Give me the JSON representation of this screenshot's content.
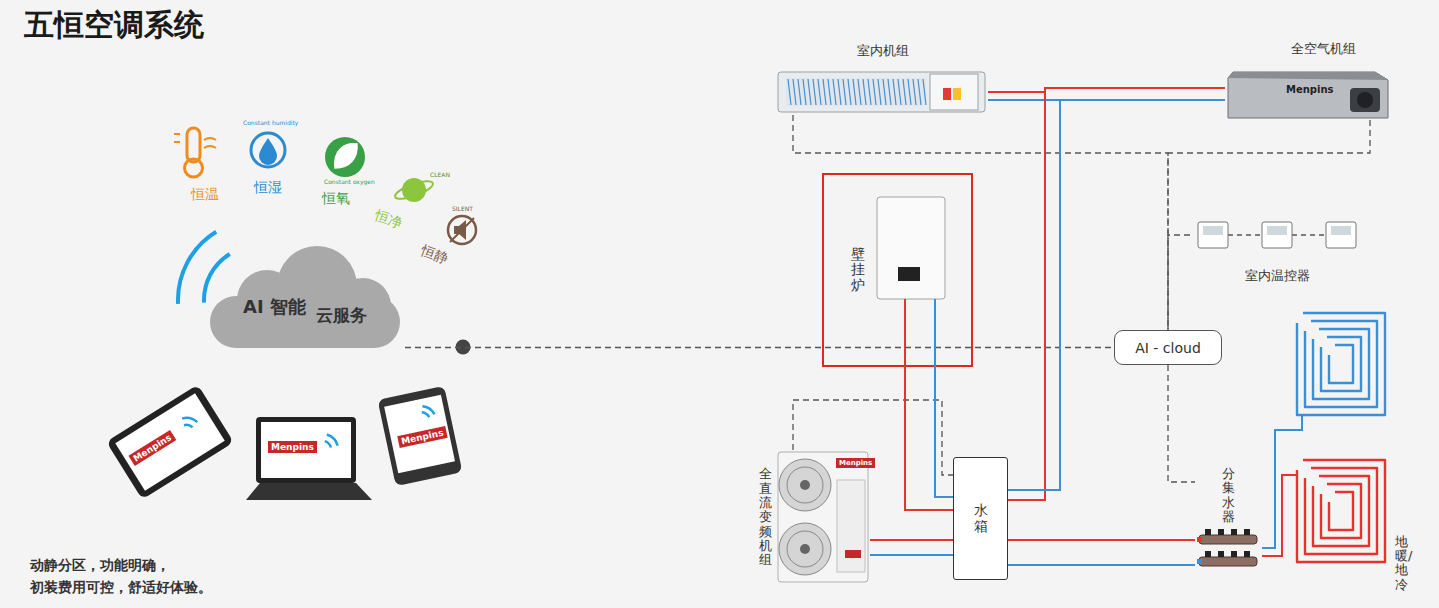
{
  "diagram": {
    "title": "五恒空调系统",
    "caption": "动静分区，功能明确， 初装费用可控，舒适好体验。",
    "nodes": [
      {
        "text": [
          "室内机组"
        ]
      },
      {
        "text": [
          "全空气机组"
        ]
      },
      {
        "text": [
          "壁挂炉"
        ]
      },
      {
        "text": [
          "室内温控器"
        ]
      },
      {
        "text": [
          "AI 智能",
          "云服务"
        ]
      },
      {
        "text": [
          "AI - cloud"
        ]
      },
      {
        "text": [
          "全直流变频机组"
        ]
      },
      {
        "text": [
          "水箱"
        ]
      },
      {
        "text": [
          "分集水器"
        ]
      },
      {
        "text": [
          "地暖/地冷"
        ]
      }
    ],
    "edges": [
      {
        "from": 0,
        "to": 5,
        "arrow": "none"
      },
      {
        "from": 1,
        "to": 5,
        "arrow": "none"
      },
      {
        "from": 3,
        "to": 5,
        "arrow": "none"
      },
      {
        "from": 4,
        "to": 5,
        "arrow": "none"
      },
      {
        "from": 5,
        "to": 8,
        "arrow": "none"
      },
      {
        "from": 6,
        "to": 7,
        "arrow": "none"
      },
      {
        "from": 2,
        "to": 7,
        "arrow": "none"
      },
      {
        "from": 6,
        "to": 7,
        "arrow": "none"
      },
      {
        "from": 7,
        "to": 0,
        "arrow": "none"
      },
      {
        "from": 7,
        "to": 1,
        "arrow": "none"
      },
      {
        "from": 7,
        "to": 8,
        "arrow": "none"
      },
      {
        "from": 8,
        "to": 9,
        "arrow": "none"
      }
    ],
    "labels": [
      "恒温",
      "恒湿",
      "恒氧",
      "恒净",
      "恒静",
      "Constant humidity",
      "Constant oxygen",
      "CLEAN",
      "SILENT",
      "Menpins",
      "Menpins",
      "Menpins",
      "Menpins",
      "Menpins"
    ]
  }
}
